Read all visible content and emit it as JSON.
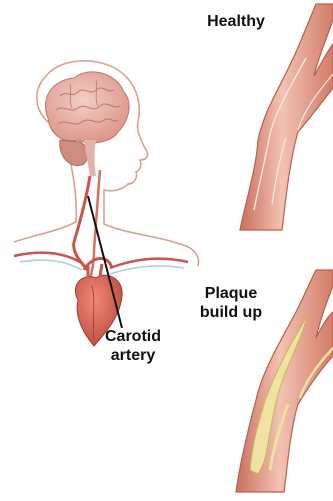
{
  "labels": {
    "healthy": "Healthy",
    "plaque": "Plaque\nbuild up",
    "carotid": "Carotid\nartery"
  },
  "colors": {
    "artery_wall": "#e89a85",
    "artery_light": "#f3c2b3",
    "artery_dark": "#c9705d",
    "plaque": "#efe2a2",
    "brain": "#eab3a9",
    "skin_outline": "#d9a191",
    "heart": "#d05a4b",
    "vessel": "#c9544a",
    "leader_line": "#111111"
  }
}
